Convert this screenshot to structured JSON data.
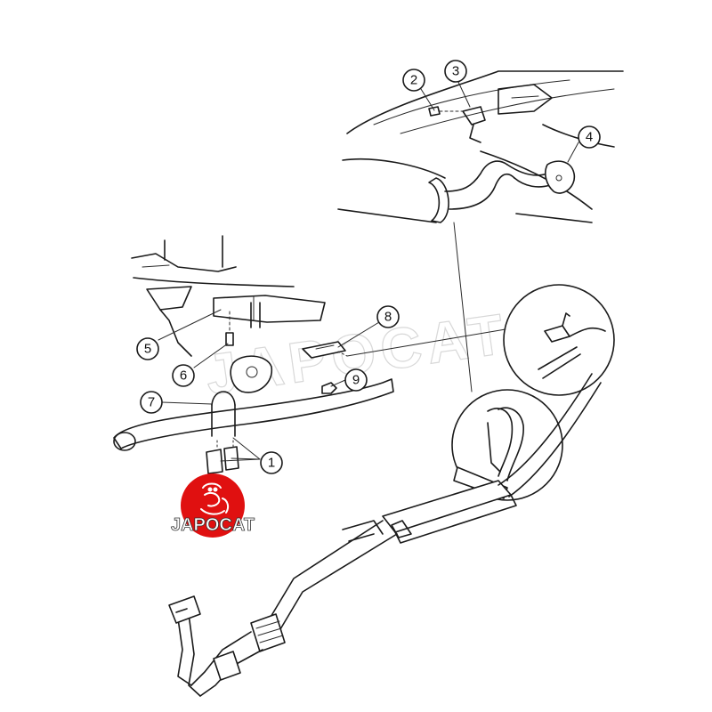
{
  "callouts": [
    "1",
    "2",
    "3",
    "4",
    "5",
    "6",
    "7",
    "8",
    "9"
  ],
  "brand": {
    "watermark": "JAPOCAT",
    "logo_text": "JAPOCAT",
    "logo_color": "#e01010"
  }
}
